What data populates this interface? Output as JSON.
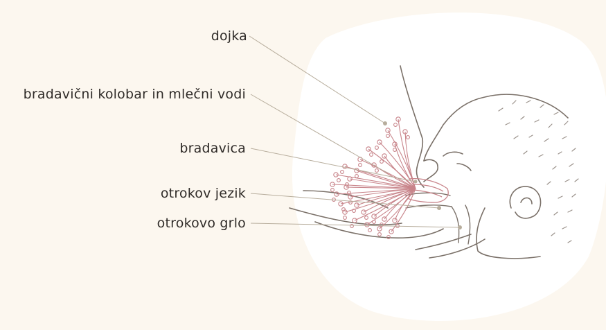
{
  "labels": [
    "dojka",
    "bradavični kolobar in mlečni vodi",
    "bradavica",
    "otrokov jezik",
    "otrokovo grlo"
  ],
  "colors": {
    "background": "#fcf7ef",
    "circle": "#ffffff",
    "line": "#b7ad9c",
    "ink": "#7a7068",
    "ducts": "#c8848a"
  }
}
